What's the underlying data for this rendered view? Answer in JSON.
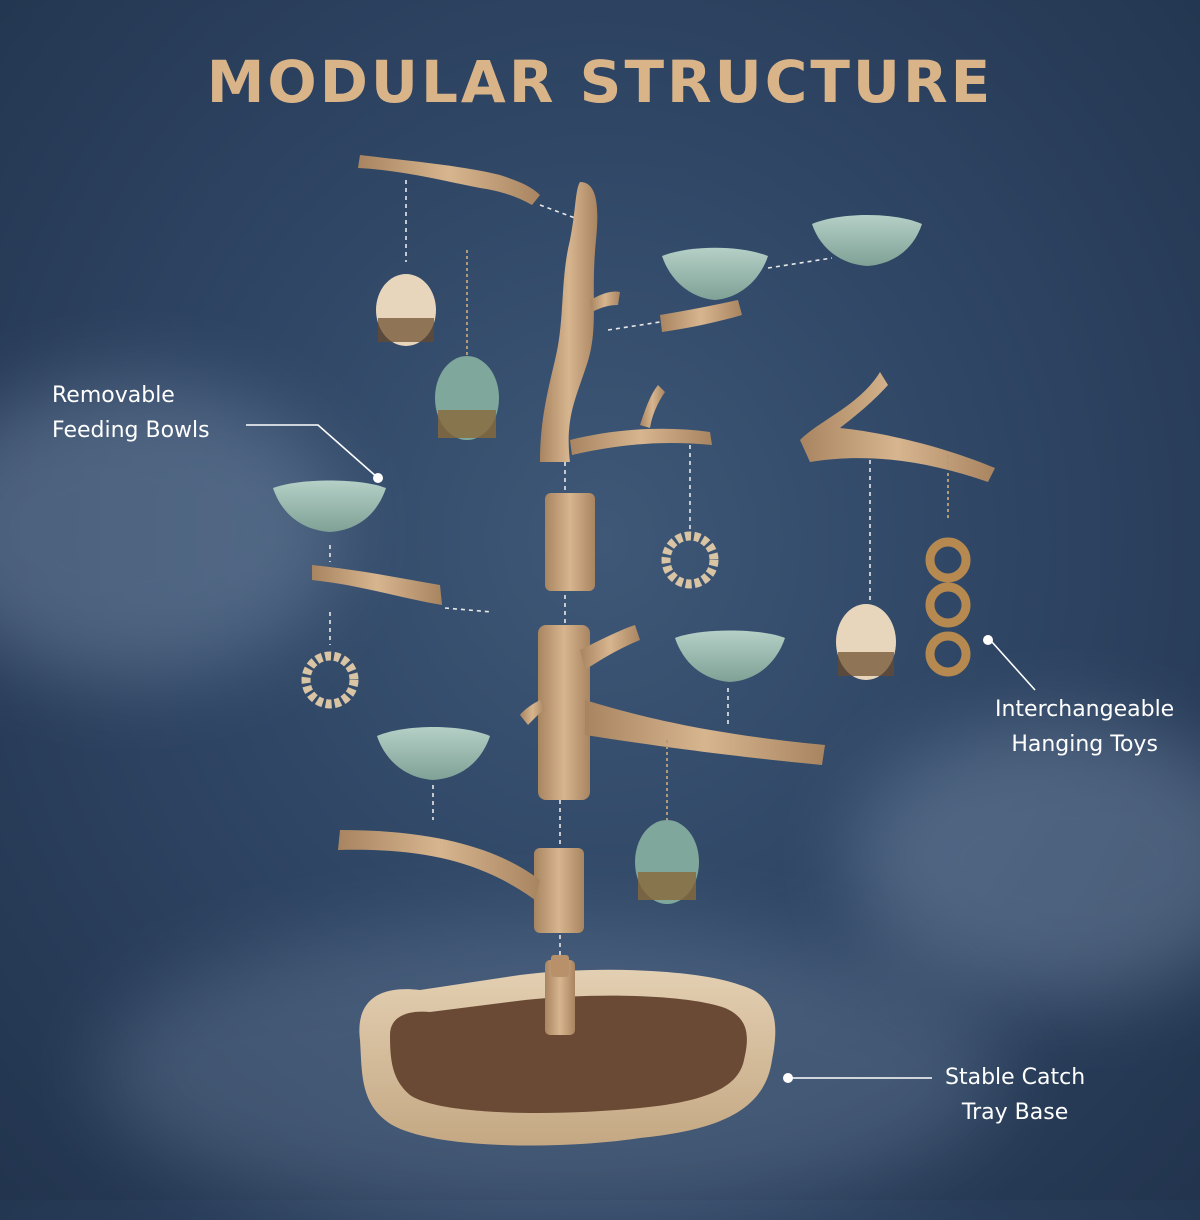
{
  "title": "MODULAR STRUCTURE",
  "callouts": {
    "bowls": {
      "line1": "Removable",
      "line2": "Feeding Bowls"
    },
    "toys": {
      "line1": "Interchangeable",
      "line2": "Hanging Toys"
    },
    "base": {
      "line1": "Stable Catch",
      "line2": "Tray Base"
    }
  },
  "colors": {
    "background": "#2f4665",
    "title": "#d9b489",
    "wood": "#c9a47e",
    "bowl": "#9fbdb3",
    "tray": "#d8c2a3",
    "tray_floor": "#6a4a34"
  }
}
